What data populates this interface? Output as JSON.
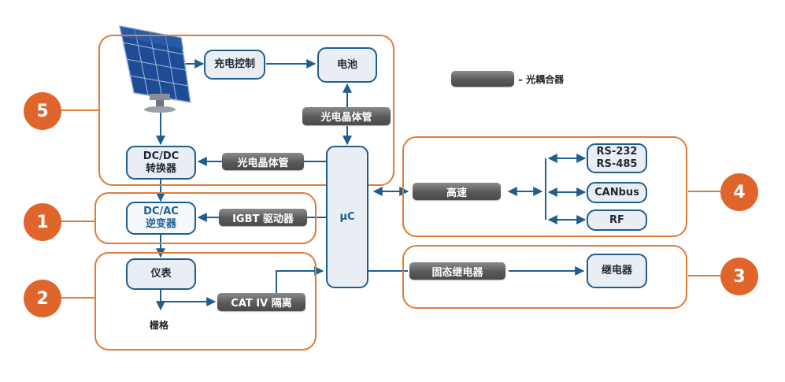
{
  "legend": {
    "label": "– 光耦合器"
  },
  "badges": {
    "b5": "5",
    "b1": "1",
    "b2": "2",
    "b3": "3",
    "b4": "4"
  },
  "blocks": {
    "charge_control": "充电控制",
    "battery": "电池",
    "dcdc_line1": "DC/DC",
    "dcdc_line2": "转换器",
    "dcac_line1": "DC/AC",
    "dcac_line2": "逆变器",
    "meter": "仪表",
    "grid": "栅格",
    "mcu": "µC",
    "rs232": "RS-232",
    "rs485": "RS-485",
    "canbus": "CANbus",
    "rf": "RF",
    "relay": "继电器"
  },
  "optocouplers": {
    "phototransistor_top": "光电晶体管",
    "phototransistor_mid": "光电晶体管",
    "igbt_driver": "IGBT 驱动器",
    "cat_iv": "CAT IV 隔离",
    "high_speed": "高速",
    "solid_state_relay": "固态继电器"
  },
  "colors": {
    "accent_orange": "#e07b39",
    "wire_blue": "#1f5e8d",
    "badge_fill": "#e0652b",
    "opto_gray": "#5a5a5a"
  }
}
